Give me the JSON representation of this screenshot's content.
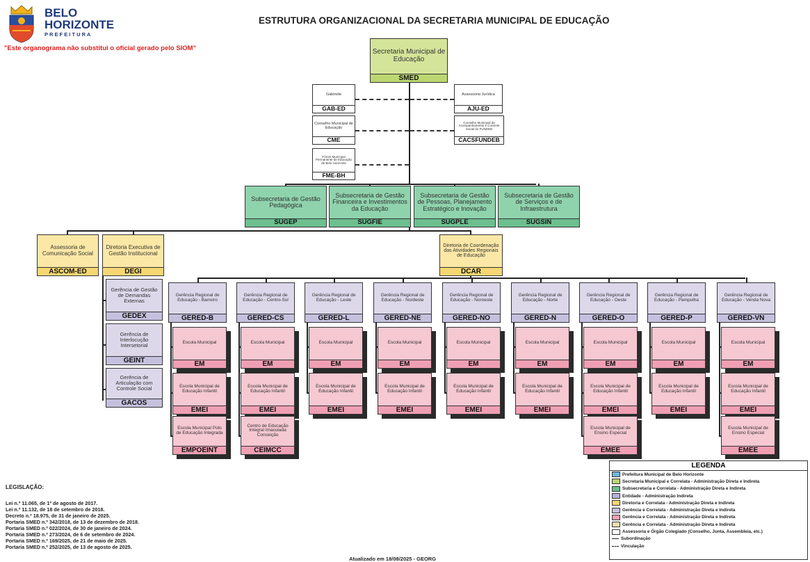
{
  "header": {
    "logo_line1": "BELO",
    "logo_line2": "HORIZONTE",
    "logo_line3": "P R E F E I T U R A",
    "disclaimer": "\"Este organograma não substitui o oficial gerado pelo SIOM\"",
    "title": "ESTRUTURA ORGANIZACIONAL DA SECRETARIA MUNICIPAL DE EDUCAÇÃO"
  },
  "top": {
    "name": "Secretaria Municipal de Educação",
    "abbr": "SMED"
  },
  "advisory_left": [
    {
      "name": "Gabinete",
      "abbr": "GAB-ED"
    },
    {
      "name": "Conselho Municipal de Educação",
      "abbr": "CME"
    },
    {
      "name": "Fórum Municipal Permanente de Educação de Belo Horizonte",
      "abbr": "FME-BH"
    }
  ],
  "advisory_right": [
    {
      "name": "Assessoria Jurídica",
      "abbr": "AJU-ED"
    },
    {
      "name": "Conselho Municipal de Acompanhamento e Controle Social do FUNDEB",
      "abbr": "CACSFUNDEB"
    }
  ],
  "subsecretarias": [
    {
      "name": "Subsecretaria de Gestão Pedagógica",
      "abbr": "SUGEP"
    },
    {
      "name": "Subsecretaria de Gestão Financeira e Investimentos da Educação",
      "abbr": "SUGFIE"
    },
    {
      "name": "Subsecretaria de Gestão de Pessoas, Planejamento Estratégico e Inovação",
      "abbr": "SUGPLE"
    },
    {
      "name": "Subsecretaria de Gestão de Serviços e de Infraestrutura",
      "abbr": "SUGSIN"
    }
  ],
  "ascom": {
    "name": "Assessoria de Comunicação Social",
    "abbr": "ASCOM-ED"
  },
  "degi": {
    "name": "Diretoria Executiva de Gestão Institucional",
    "abbr": "DEGI"
  },
  "degi_children": [
    {
      "name": "Gerência de Gestão de Demandas Externas",
      "abbr": "GEDEX"
    },
    {
      "name": "Gerência de Interlocução Intersetorial",
      "abbr": "GEINT"
    },
    {
      "name": "Gerência de Articulação com Controle Social",
      "abbr": "GACOS"
    }
  ],
  "dcar": {
    "name": "Diretoria de Coordenação das Atividades Regionais de Educação",
    "abbr": "DCAR"
  },
  "gereds": [
    {
      "name": "Gerência Regional de Educação - Barreiro",
      "abbr": "GERED-B",
      "units": [
        {
          "name": "Escola Municipal",
          "abbr": "EM"
        },
        {
          "name": "Escola Municipal de Educação Infantil",
          "abbr": "EMEI"
        },
        {
          "name": "Escola Municipal Polo de Educação Integrada",
          "abbr": "EMPOEINT"
        }
      ]
    },
    {
      "name": "Gerência Regional de Educação - Centro-Sul",
      "abbr": "GERED-CS",
      "units": [
        {
          "name": "Escola Municipal",
          "abbr": "EM"
        },
        {
          "name": "Escola Municipal de Educação Infantil",
          "abbr": "EMEI"
        },
        {
          "name": "Centro de Educação Integral Imaculada Conceição",
          "abbr": "CEIMCC"
        }
      ]
    },
    {
      "name": "Gerência Regional de Educação - Leste",
      "abbr": "GERED-L",
      "units": [
        {
          "name": "Escola Municipal",
          "abbr": "EM"
        },
        {
          "name": "Escola Municipal de Educação Infantil",
          "abbr": "EMEI"
        }
      ]
    },
    {
      "name": "Gerência Regional de Educação - Nordeste",
      "abbr": "GERED-NE",
      "units": [
        {
          "name": "Escola Municipal",
          "abbr": "EM"
        },
        {
          "name": "Escola Municipal de Educação Infantil",
          "abbr": "EMEI"
        }
      ]
    },
    {
      "name": "Gerência Regional de Educação - Noroeste",
      "abbr": "GERED-NO",
      "units": [
        {
          "name": "Escola Municipal",
          "abbr": "EM"
        },
        {
          "name": "Escola Municipal de Educação Infantil",
          "abbr": "EMEI"
        }
      ]
    },
    {
      "name": "Gerência Regional de Educação - Norte",
      "abbr": "GERED-N",
      "units": [
        {
          "name": "Escola Municipal",
          "abbr": "EM"
        },
        {
          "name": "Escola Municipal de Educação Infantil",
          "abbr": "EMEI"
        }
      ]
    },
    {
      "name": "Gerência Regional de Educação - Oeste",
      "abbr": "GERED-O",
      "units": [
        {
          "name": "Escola Municipal",
          "abbr": "EM"
        },
        {
          "name": "Escola Municipal de Educação Infantil",
          "abbr": "EMEI"
        },
        {
          "name": "Escola Municipal de Ensino Especial",
          "abbr": "EMEE"
        }
      ]
    },
    {
      "name": "Gerência Regional de Educação - Pampulha",
      "abbr": "GERED-P",
      "units": [
        {
          "name": "Escola Municipal",
          "abbr": "EM"
        },
        {
          "name": "Escola Municipal de Educação Infantil",
          "abbr": "EMEI"
        }
      ]
    },
    {
      "name": "Gerência Regional de Educação - Venda Nova",
      "abbr": "GERED-VN",
      "units": [
        {
          "name": "Escola Municipal",
          "abbr": "EM"
        },
        {
          "name": "Escola Municipal de Educação Infantil",
          "abbr": "EMEI"
        },
        {
          "name": "Escola Municipal de Ensino Especial",
          "abbr": "EMEE"
        }
      ]
    }
  ],
  "legend": {
    "title": "LEGENDA",
    "items": [
      {
        "label": "Prefeitura Municipal de Belo Horizonte",
        "color": "#6fb7e0"
      },
      {
        "label": "Secretaria Municipal e Correlata - Administração Direta e Indireta",
        "color": "#bcd670"
      },
      {
        "label": "Subsecretaria e Correlata - Administração Direta e Indireta",
        "color": "#6cbf8f"
      },
      {
        "label": "Entidade - Administração Indireta",
        "color": "#b8b3d8"
      },
      {
        "label": "Diretoria e Correlata - Administração Direta e Indireta",
        "color": "#f6d772"
      },
      {
        "label": "Gerência e Correlata - Administração Direta e Indireta",
        "color": "#c5c0de"
      },
      {
        "label": "Gerência e Correlata - Administração Direta e Indireta",
        "color": "#ef9fb3"
      },
      {
        "label": "Gerência e Correlata - Administração Direta e Indireta",
        "color": "#f3dfb0"
      },
      {
        "label": "Assessoria e Órgão Colegiado (Conselho, Junta, Assembleia, etc.)",
        "color": "#ffffff"
      }
    ],
    "lines": [
      {
        "label": "Subordinação",
        "style": "solid"
      },
      {
        "label": "Vinculação",
        "style": "dashed"
      }
    ]
  },
  "legislation": {
    "heading": "LEGISLAÇÃO:",
    "items": [
      "Lei n.º 11.065, de 1º de agosto de 2017.",
      "Lei n.º 11.132, de 18 de setembro de 2018.",
      "Decreto n.º 18.975, de 31 de janeiro de 2025.",
      "Portaria SMED n.º 342/2018, de 13 de dezembro de 2018.",
      "Portaria SMED n.º 022/2024, de 30 de janeiro de 2024.",
      "Portaria SMED n.º 273/2024, de 6 de setembro de 2024.",
      "Portaria SMED n.º 169/2025, de 21 de maio de 2025.",
      "Portaria SMED n.º 252/2025, de 13 de agosto de 2025."
    ]
  },
  "footer": {
    "updated": "Atualizado em 18/08/2025 - GEORG"
  },
  "colors": {
    "lime": "#bcd670",
    "green": "#6cbf8f",
    "yellow": "#f6d772",
    "lavender": "#c5c0de",
    "pink": "#ef9fb3",
    "brand_blue": "#1e3a7a",
    "disclaimer_red": "#e0201e"
  }
}
